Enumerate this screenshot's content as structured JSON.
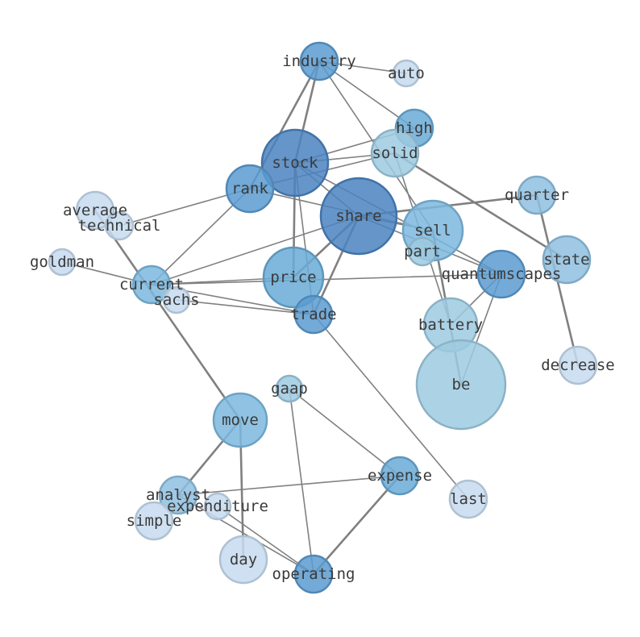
{
  "graph": {
    "nodes": [
      {
        "id": "industry",
        "label": "industry",
        "weight": 0.55,
        "color": "#5b9bd0"
      },
      {
        "id": "auto",
        "label": "auto",
        "weight": 0.2,
        "color": "#c6dbef"
      },
      {
        "id": "high",
        "label": "high",
        "weight": 0.55,
        "color": "#6aaad6"
      },
      {
        "id": "solid",
        "label": "solid",
        "weight": 0.5,
        "color": "#9ecae1"
      },
      {
        "id": "stock",
        "label": "stock",
        "weight": 1.0,
        "color": "#4a82bf"
      },
      {
        "id": "rank",
        "label": "rank",
        "weight": 0.65,
        "color": "#5b9bd0"
      },
      {
        "id": "quarter",
        "label": "quarter",
        "weight": 0.45,
        "color": "#8fc0e0"
      },
      {
        "id": "share",
        "label": "share",
        "weight": 1.0,
        "color": "#4a82bf"
      },
      {
        "id": "sell",
        "label": "sell",
        "weight": 0.6,
        "color": "#7db8de"
      },
      {
        "id": "average",
        "label": "average",
        "weight": 0.35,
        "color": "#c6dbef"
      },
      {
        "id": "technical",
        "label": "technical",
        "weight": 0.3,
        "color": "#c6dbef"
      },
      {
        "id": "part",
        "label": "part",
        "weight": 0.3,
        "color": "#9ecae1"
      },
      {
        "id": "state",
        "label": "state",
        "weight": 0.5,
        "color": "#8fc0e0"
      },
      {
        "id": "goldman",
        "label": "goldman",
        "weight": 0.25,
        "color": "#c6dbef"
      },
      {
        "id": "quantumscapes",
        "label": "quantumscapes",
        "weight": 0.5,
        "color": "#5b9bd0"
      },
      {
        "id": "current",
        "label": "current",
        "weight": 0.4,
        "color": "#7db8de"
      },
      {
        "id": "price",
        "label": "price",
        "weight": 0.75,
        "color": "#6aaad6"
      },
      {
        "id": "sachs",
        "label": "sachs",
        "weight": 0.25,
        "color": "#c6dbef"
      },
      {
        "id": "trade",
        "label": "trade",
        "weight": 0.5,
        "color": "#5b9bd0"
      },
      {
        "id": "battery",
        "label": "battery",
        "weight": 0.65,
        "color": "#9ecae1"
      },
      {
        "id": "decrease",
        "label": "decrease",
        "weight": 0.45,
        "color": "#c6dbef"
      },
      {
        "id": "be",
        "label": "be",
        "weight": 1.0,
        "color": "#9ecae1"
      },
      {
        "id": "gaap",
        "label": "gaap",
        "weight": 0.3,
        "color": "#9ecae1"
      },
      {
        "id": "move",
        "label": "move",
        "weight": 0.65,
        "color": "#7db8de"
      },
      {
        "id": "expense",
        "label": "expense",
        "weight": 0.45,
        "color": "#6aaad6"
      },
      {
        "id": "analyst",
        "label": "analyst",
        "weight": 0.45,
        "color": "#8fc0e0"
      },
      {
        "id": "expenditure",
        "label": "expenditure",
        "weight": 0.3,
        "color": "#c6dbef"
      },
      {
        "id": "last",
        "label": "last",
        "weight": 0.45,
        "color": "#c6dbef"
      },
      {
        "id": "simple",
        "label": "simple",
        "weight": 0.45,
        "color": "#c6dbef"
      },
      {
        "id": "day",
        "label": "day",
        "weight": 0.55,
        "color": "#c6dbef"
      },
      {
        "id": "operating",
        "label": "operating",
        "weight": 0.45,
        "color": "#5b9bd0"
      }
    ],
    "edges": [
      {
        "source": "industry",
        "target": "auto",
        "weight": 1
      },
      {
        "source": "industry",
        "target": "high",
        "weight": 1
      },
      {
        "source": "industry",
        "target": "stock",
        "weight": 2
      },
      {
        "source": "industry",
        "target": "rank",
        "weight": 2
      },
      {
        "source": "industry",
        "target": "sell",
        "weight": 1
      },
      {
        "source": "stock",
        "target": "high",
        "weight": 1
      },
      {
        "source": "stock",
        "target": "solid",
        "weight": 1
      },
      {
        "source": "stock",
        "target": "price",
        "weight": 2
      },
      {
        "source": "stock",
        "target": "share",
        "weight": 1
      },
      {
        "source": "stock",
        "target": "quantumscapes",
        "weight": 1
      },
      {
        "source": "stock",
        "target": "trade",
        "weight": 1
      },
      {
        "source": "rank",
        "target": "solid",
        "weight": 1
      },
      {
        "source": "rank",
        "target": "technical",
        "weight": 1
      },
      {
        "source": "rank",
        "target": "current",
        "weight": 1
      },
      {
        "source": "rank",
        "target": "sell",
        "weight": 1
      },
      {
        "source": "solid",
        "target": "state",
        "weight": 2
      },
      {
        "source": "solid",
        "target": "battery",
        "weight": 1
      },
      {
        "source": "share",
        "target": "quarter",
        "weight": 2
      },
      {
        "source": "share",
        "target": "current",
        "weight": 1
      },
      {
        "source": "share",
        "target": "trade",
        "weight": 2
      },
      {
        "source": "share",
        "target": "price",
        "weight": 2
      },
      {
        "source": "share",
        "target": "sell",
        "weight": 1
      },
      {
        "source": "share",
        "target": "quantumscapes",
        "weight": 1
      },
      {
        "source": "sell",
        "target": "be",
        "weight": 2
      },
      {
        "source": "average",
        "target": "move",
        "weight": 2
      },
      {
        "source": "goldman",
        "target": "current",
        "weight": 1
      },
      {
        "source": "current",
        "target": "price",
        "weight": 1
      },
      {
        "source": "current",
        "target": "trade",
        "weight": 1
      },
      {
        "source": "current",
        "target": "quantumscapes",
        "weight": 1
      },
      {
        "source": "sachs",
        "target": "trade",
        "weight": 1
      },
      {
        "source": "trade",
        "target": "last",
        "weight": 1
      },
      {
        "source": "quarter",
        "target": "decrease",
        "weight": 2
      },
      {
        "source": "quantumscapes",
        "target": "be",
        "weight": 1
      },
      {
        "source": "quantumscapes",
        "target": "battery",
        "weight": 1
      },
      {
        "source": "move",
        "target": "analyst",
        "weight": 2
      },
      {
        "source": "move",
        "target": "day",
        "weight": 2
      },
      {
        "source": "gaap",
        "target": "expense",
        "weight": 1
      },
      {
        "source": "gaap",
        "target": "operating",
        "weight": 1
      },
      {
        "source": "expense",
        "target": "analyst",
        "weight": 1
      },
      {
        "source": "expense",
        "target": "operating",
        "weight": 2
      },
      {
        "source": "analyst",
        "target": "operating",
        "weight": 1
      },
      {
        "source": "expenditure",
        "target": "operating",
        "weight": 1
      }
    ]
  }
}
